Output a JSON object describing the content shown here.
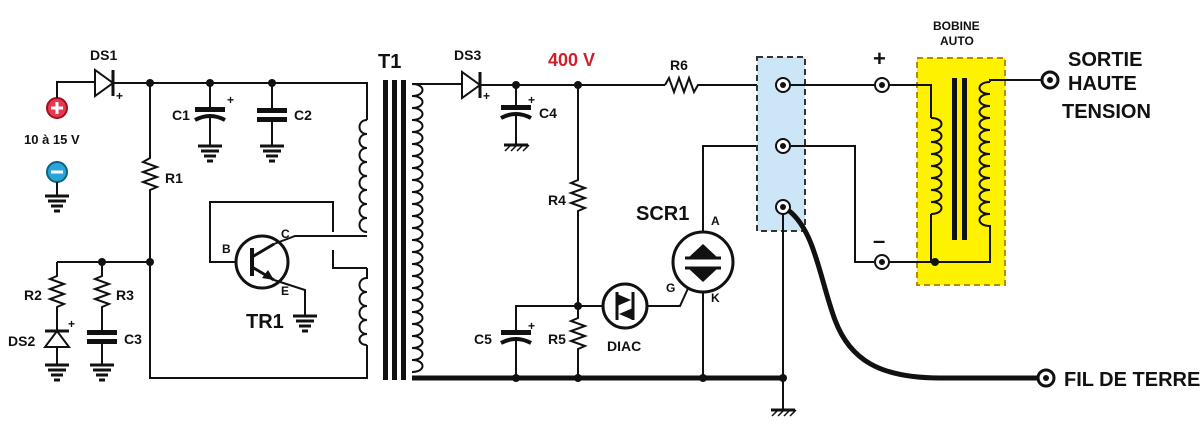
{
  "labels": {
    "ds1": "DS1",
    "ds2": "DS2",
    "ds3": "DS3",
    "c1": "C1",
    "c2": "C2",
    "c3": "C3",
    "c4": "C4",
    "c5": "C5",
    "r1": "R1",
    "r2": "R2",
    "r3": "R3",
    "r4": "R4",
    "r5": "R5",
    "r6": "R6",
    "t1": "T1",
    "tr1": "TR1",
    "scr1": "SCR1",
    "diac": "DIAC",
    "b": "B",
    "c": "C",
    "e": "E",
    "a": "A",
    "g": "G",
    "k": "K",
    "plus": "+",
    "minus": "–",
    "voltage": "400 V",
    "supply": "10 à 15 V",
    "bobine_1": "BOBINE",
    "bobine_2": "AUTO",
    "sortie_1": "SORTIE",
    "sortie_2": "HAUTE",
    "sortie_3": "TENSION",
    "fil_terre": "FIL DE TERRE"
  },
  "colors": {
    "voltage_red": "#d0202a",
    "coil_yellow": "#fff200",
    "coil_border": "#b09000",
    "terminal_blue": "#cce6f7",
    "supply_plus": "#e8384f",
    "supply_minus": "#2aa5d8"
  }
}
